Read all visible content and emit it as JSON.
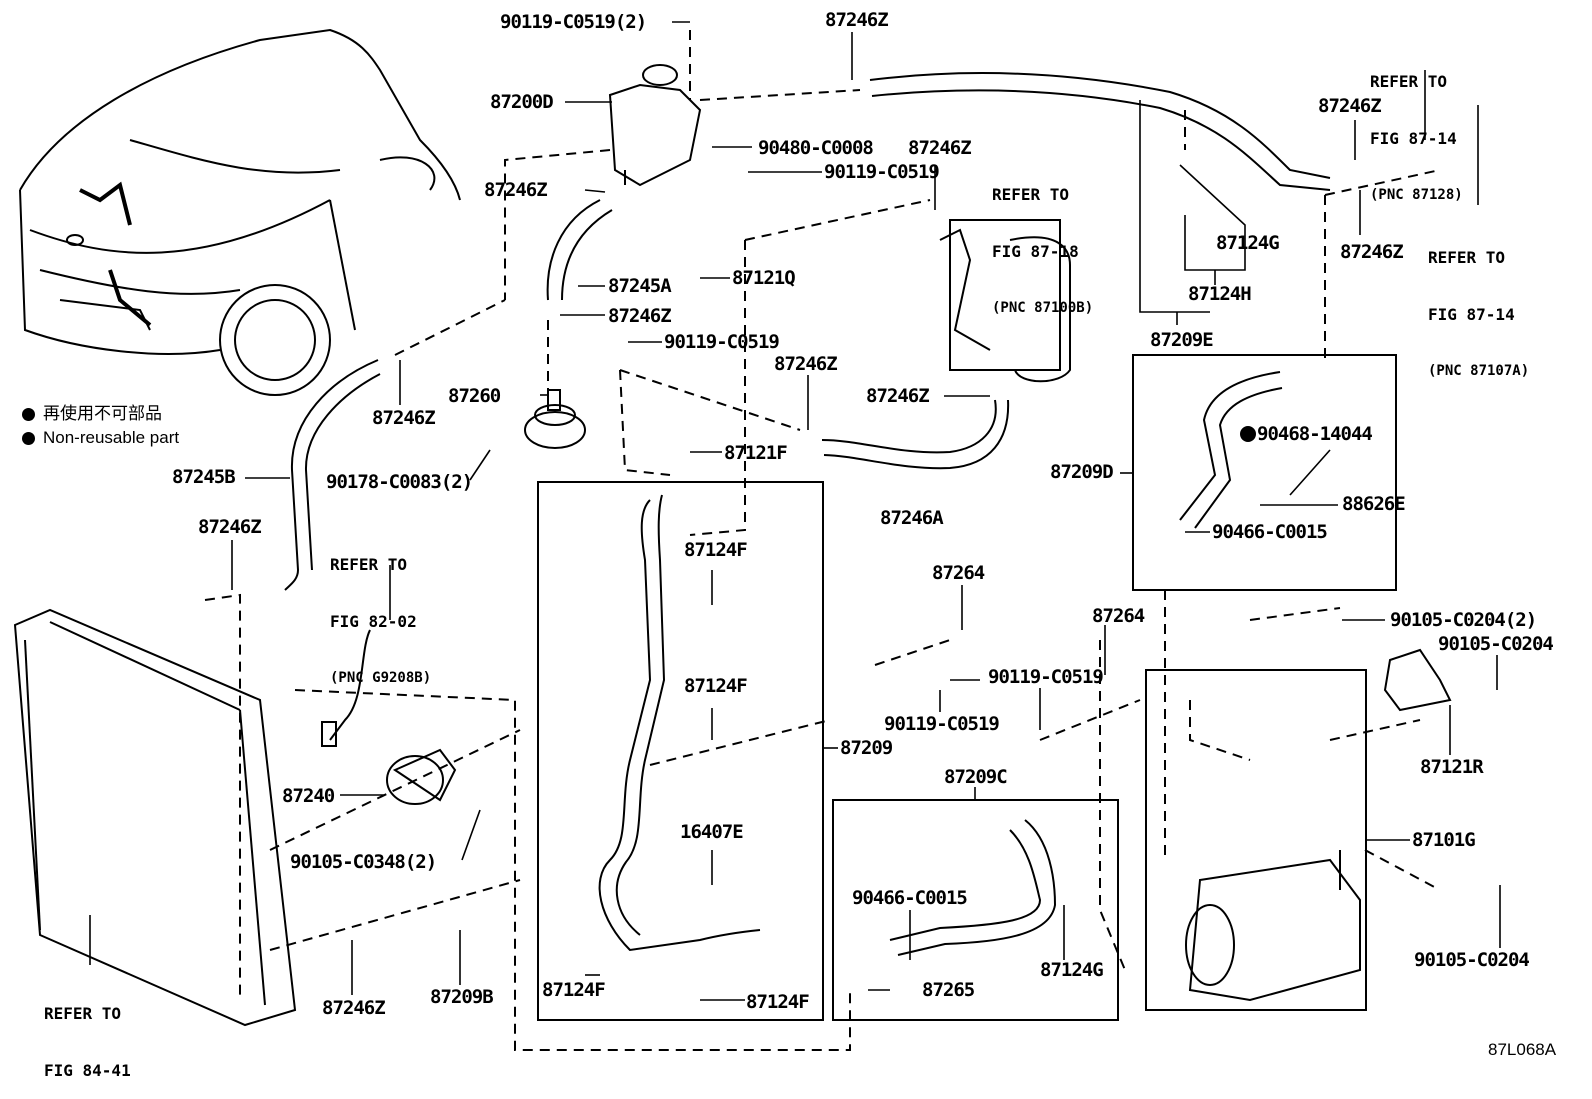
{
  "legend": {
    "items": [
      {
        "icon": "filled-circle-icon",
        "text": "再使用不可部品"
      },
      {
        "icon": "filled-circle-icon",
        "text": "Non-reusable part"
      }
    ]
  },
  "figure_id": "87L068A",
  "references": [
    {
      "id": "ref-87-14-87128",
      "line1": "REFER TO",
      "line2": "FIG 87-14",
      "line3": "(PNC 87128)"
    },
    {
      "id": "ref-87-14-87107a",
      "line1": "REFER TO",
      "line2": "FIG 87-14",
      "line3": "(PNC 87107A)"
    },
    {
      "id": "ref-87-18",
      "line1": "REFER TO",
      "line2": "FIG 87-18",
      "line3": "(PNC 87100B)"
    },
    {
      "id": "ref-82-02",
      "line1": "REFER TO",
      "line2": "FIG 82-02",
      "line3": "(PNC G9208B)"
    },
    {
      "id": "ref-84-41",
      "line1": "REFER TO",
      "line2": "FIG 84-41",
      "line3": ""
    }
  ],
  "callouts": [
    {
      "id": "c01",
      "text": "90119-C0519(2)",
      "non_reusable": false
    },
    {
      "id": "c02",
      "text": "87246Z",
      "non_reusable": false
    },
    {
      "id": "c03",
      "text": "87200D",
      "non_reusable": false
    },
    {
      "id": "c04",
      "text": "90480-C0008",
      "non_reusable": false
    },
    {
      "id": "c05",
      "text": "90119-C0519",
      "non_reusable": false
    },
    {
      "id": "c06",
      "text": "87246Z",
      "non_reusable": false
    },
    {
      "id": "c07",
      "text": "87245A",
      "non_reusable": false
    },
    {
      "id": "c08",
      "text": "87121Q",
      "non_reusable": false
    },
    {
      "id": "c09",
      "text": "87246Z",
      "non_reusable": false
    },
    {
      "id": "c10",
      "text": "87246Z",
      "non_reusable": false
    },
    {
      "id": "c11",
      "text": "90119-C0519",
      "non_reusable": false
    },
    {
      "id": "c12",
      "text": "87246Z",
      "non_reusable": false
    },
    {
      "id": "c13",
      "text": "87260",
      "non_reusable": false
    },
    {
      "id": "c14",
      "text": "87246Z",
      "non_reusable": false
    },
    {
      "id": "c15",
      "text": "90178-C0083(2)",
      "non_reusable": false
    },
    {
      "id": "c16",
      "text": "87121F",
      "non_reusable": false
    },
    {
      "id": "c17",
      "text": "87245B",
      "non_reusable": false
    },
    {
      "id": "c18",
      "text": "87246Z",
      "non_reusable": false
    },
    {
      "id": "c19",
      "text": "87246Z",
      "non_reusable": false
    },
    {
      "id": "c20",
      "text": "87246A",
      "non_reusable": false
    },
    {
      "id": "c21",
      "text": "87246Z",
      "non_reusable": false
    },
    {
      "id": "c22",
      "text": "87124G",
      "non_reusable": false
    },
    {
      "id": "c23",
      "text": "87246Z",
      "non_reusable": false
    },
    {
      "id": "c24",
      "text": "87124H",
      "non_reusable": false
    },
    {
      "id": "c25",
      "text": "87209E",
      "non_reusable": false
    },
    {
      "id": "c26",
      "text": "87209D",
      "non_reusable": false
    },
    {
      "id": "c27",
      "text": "90468-14044",
      "non_reusable": true
    },
    {
      "id": "c28",
      "text": "88626E",
      "non_reusable": false
    },
    {
      "id": "c29",
      "text": "90466-C0015",
      "non_reusable": false
    },
    {
      "id": "c30",
      "text": "87124F",
      "non_reusable": false
    },
    {
      "id": "c31",
      "text": "87124F",
      "non_reusable": false
    },
    {
      "id": "c32",
      "text": "87209",
      "non_reusable": false
    },
    {
      "id": "c33",
      "text": "16407E",
      "non_reusable": false
    },
    {
      "id": "c34",
      "text": "87124F",
      "non_reusable": false
    },
    {
      "id": "c35",
      "text": "87124F",
      "non_reusable": false
    },
    {
      "id": "c36",
      "text": "87264",
      "non_reusable": false
    },
    {
      "id": "c37",
      "text": "87264",
      "non_reusable": false
    },
    {
      "id": "c38",
      "text": "90119-C0519",
      "non_reusable": false
    },
    {
      "id": "c39",
      "text": "90119-C0519",
      "non_reusable": false
    },
    {
      "id": "c40",
      "text": "87209C",
      "non_reusable": false
    },
    {
      "id": "c41",
      "text": "90466-C0015",
      "non_reusable": false
    },
    {
      "id": "c42",
      "text": "87124G",
      "non_reusable": false
    },
    {
      "id": "c43",
      "text": "87265",
      "non_reusable": false
    },
    {
      "id": "c44",
      "text": "90105-C0204(2)",
      "non_reusable": false
    },
    {
      "id": "c45",
      "text": "90105-C0204",
      "non_reusable": false
    },
    {
      "id": "c46",
      "text": "87121R",
      "non_reusable": false
    },
    {
      "id": "c47",
      "text": "87101G",
      "non_reusable": false
    },
    {
      "id": "c48",
      "text": "90105-C0204",
      "non_reusable": false
    },
    {
      "id": "c49",
      "text": "87240",
      "non_reusable": false
    },
    {
      "id": "c50",
      "text": "90105-C0348(2)",
      "non_reusable": false
    },
    {
      "id": "c51",
      "text": "87246Z",
      "non_reusable": false
    },
    {
      "id": "c52",
      "text": "87209B",
      "non_reusable": false
    }
  ]
}
